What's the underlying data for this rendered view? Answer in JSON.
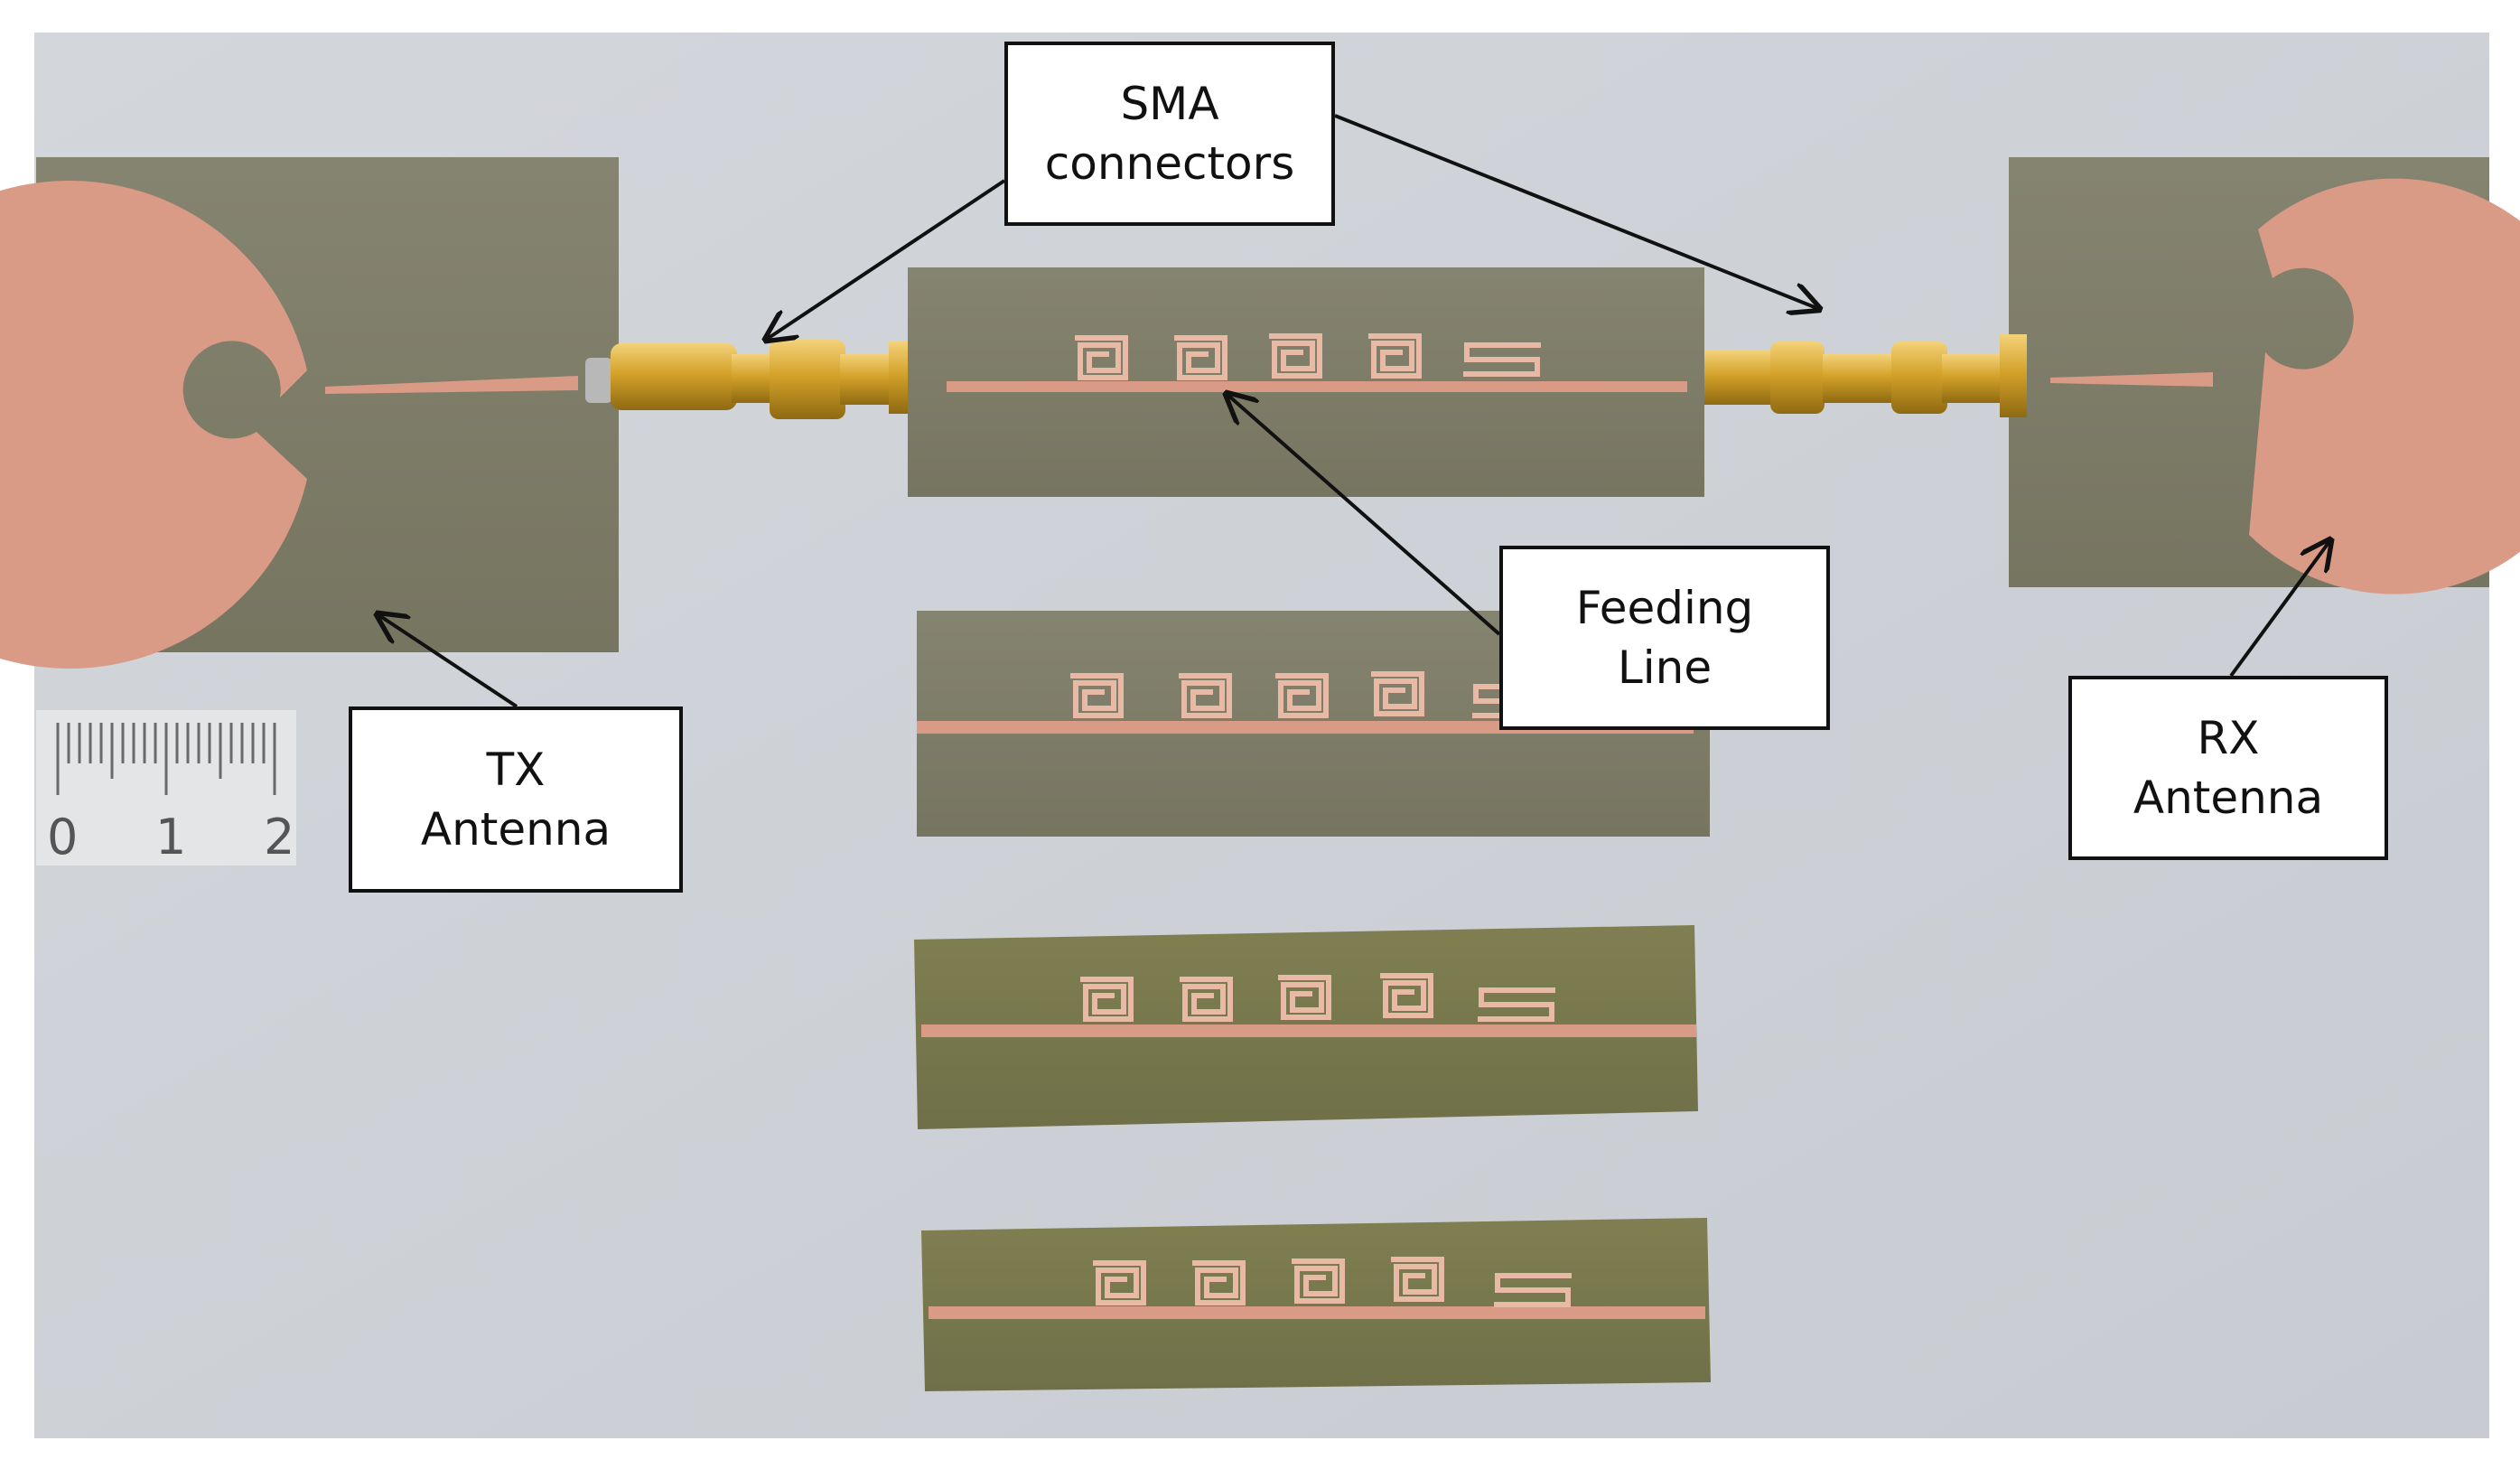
{
  "callouts": {
    "sma": {
      "line1": "SMA",
      "line2": "connectors"
    },
    "feeding": {
      "line1": "Feeding",
      "line2": "Line"
    },
    "tx": {
      "line1": "TX",
      "line2": "Antenna"
    },
    "rx": {
      "line1": "RX",
      "line2": "Antenna"
    }
  },
  "ruler": {
    "labels": [
      "0",
      "1",
      "2"
    ]
  },
  "colors": {
    "background": "#cdd1d6",
    "substrate": "#7f7f66",
    "copper": "#d99a86",
    "connector_gold": "#d4a22a"
  }
}
